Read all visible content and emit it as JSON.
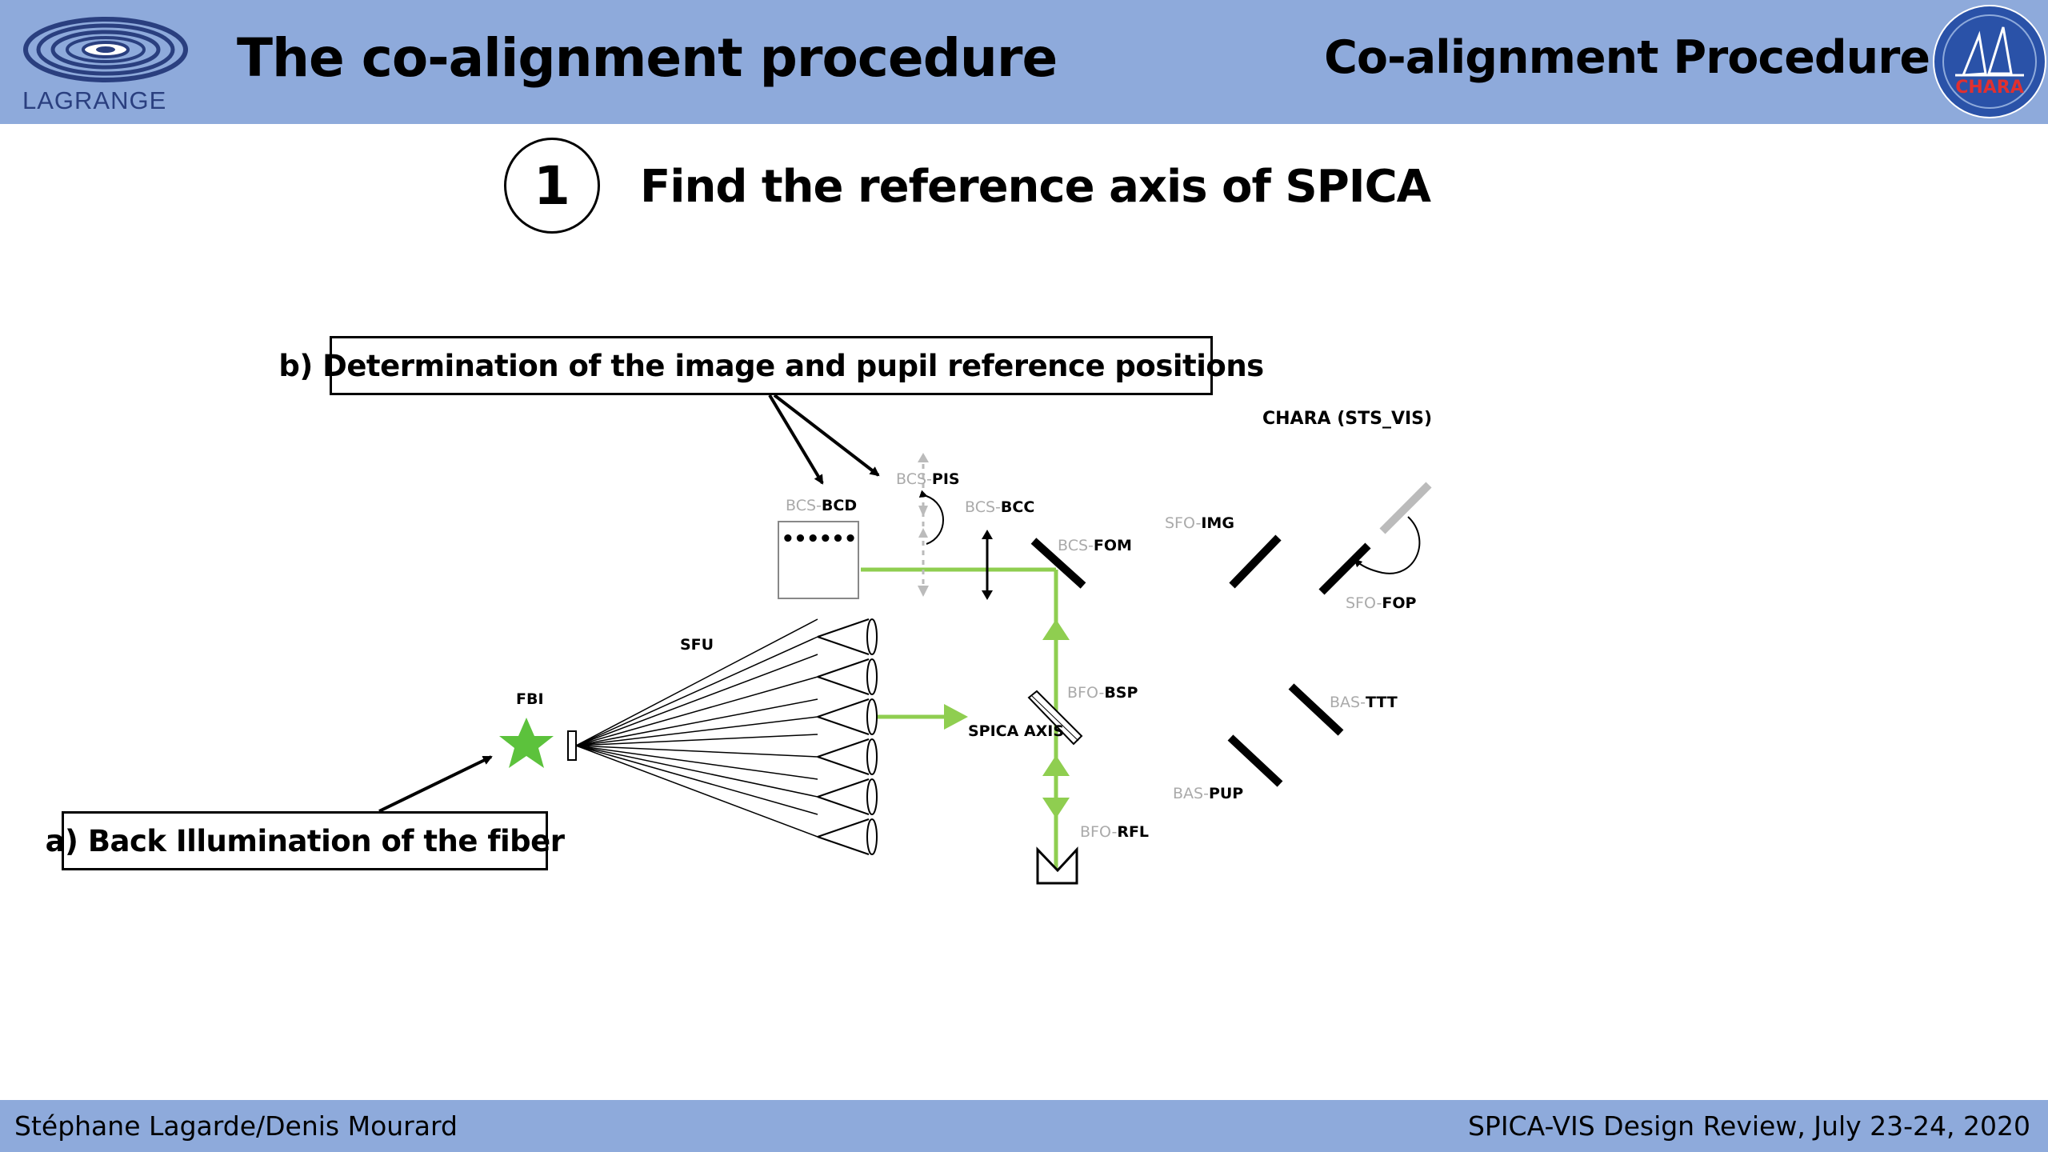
{
  "header": {
    "logo_text": "LAGRANGE",
    "title": "The co-alignment procedure",
    "section": "Co-alignment Procedure",
    "partner_logo_text": "CHARA"
  },
  "step": {
    "number": "1",
    "title": "Find the reference axis of SPICA"
  },
  "callouts": {
    "a": "a) Back Illumination of the fiber",
    "b": "b) Determination of the image and pupil reference positions"
  },
  "diagram": {
    "chara_label": "CHARA (STS_VIS)",
    "spica_axis_label": "SPICA AXIS",
    "components": {
      "fbi": {
        "prefix": "",
        "name": "FBI"
      },
      "sfu": {
        "prefix": "",
        "name": "SFU"
      },
      "bcd": {
        "prefix": "BCS-",
        "name": "BCD"
      },
      "pis": {
        "prefix": "BCS-",
        "name": "PIS"
      },
      "bcc": {
        "prefix": "BCS-",
        "name": "BCC"
      },
      "fom": {
        "prefix": "BCS-",
        "name": "FOM"
      },
      "img": {
        "prefix": "SFO-",
        "name": "IMG"
      },
      "fop": {
        "prefix": "SFO-",
        "name": "FOP"
      },
      "bsp": {
        "prefix": "BFO-",
        "name": "BSP"
      },
      "ttt": {
        "prefix": "BAS-",
        "name": "TTT"
      },
      "pup": {
        "prefix": "BAS-",
        "name": "PUP"
      },
      "rfl": {
        "prefix": "BFO-",
        "name": "RFL"
      }
    },
    "colors": {
      "beam": "#8fce50",
      "star": "#5cc23c",
      "gray": "#bbbbbb"
    }
  },
  "footer": {
    "left": "Stéphane Lagarde/Denis Mourard",
    "right": "SPICA-VIS Design Review, July 23-24, 2020"
  }
}
